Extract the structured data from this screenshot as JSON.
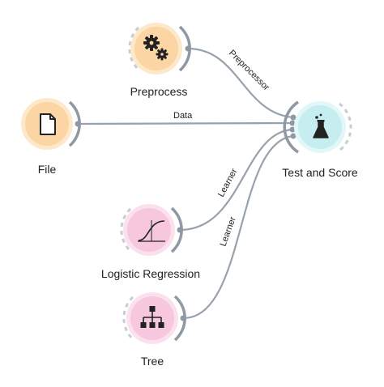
{
  "colors": {
    "link": "#98a2ad",
    "anchor": "#8f99a3",
    "anchor_dashed": "#c7cdd2",
    "orange_fill": "#fbd6a4",
    "orange_ring": "#fde8ca",
    "pink_fill": "#f6c7dd",
    "pink_ring": "#fbe1ee",
    "cyan_fill": "#c6eef0",
    "cyan_ring": "#e1f7f8",
    "icon": "#222222"
  },
  "widgets": {
    "preprocess": {
      "label": "Preprocess",
      "icon": "gears-icon"
    },
    "file": {
      "label": "File",
      "icon": "document-icon"
    },
    "test_and_score": {
      "label": "Test and Score",
      "icon": "flask-icon"
    },
    "logistic_regression": {
      "label": "Logistic Regression",
      "icon": "sigmoid-curve-icon"
    },
    "tree": {
      "label": "Tree",
      "icon": "hierarchy-icon"
    }
  },
  "links": {
    "preprocessor": {
      "label": "Preprocessor"
    },
    "data": {
      "label": "Data"
    },
    "learner_logistic": {
      "label": "Learner"
    },
    "learner_tree": {
      "label": "Learner"
    }
  }
}
